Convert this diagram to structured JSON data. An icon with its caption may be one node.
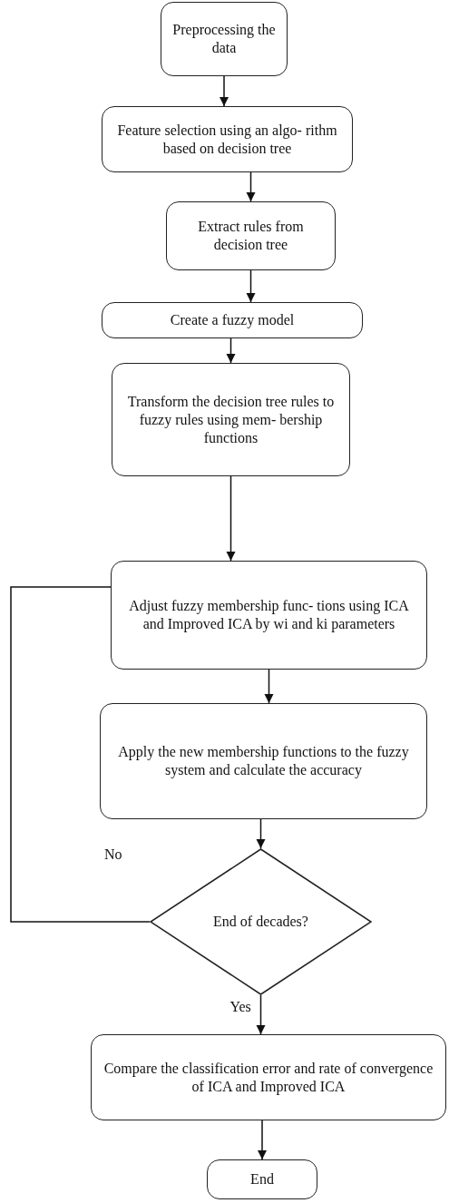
{
  "diagram": {
    "nodes": [
      {
        "text": [
          "Preprocessing the data"
        ]
      },
      {
        "text": [
          "Feature selection using an algo- rithm based on decision tree"
        ]
      },
      {
        "text": [
          "Extract rules from decision tree"
        ]
      },
      {
        "text": [
          "Create a fuzzy model"
        ]
      },
      {
        "text": [
          "Transform the decision tree rules to fuzzy rules using mem- bership functions"
        ]
      },
      {
        "text": [
          "Adjust fuzzy membership func- tions using ICA and Improved ICA by wi and ki parameters"
        ]
      },
      {
        "text": [
          "Apply the new membership functions to the fuzzy system and calculate the accuracy"
        ]
      },
      {
        "text": [
          "End of decades?"
        ]
      },
      {
        "text": [
          "Compare the classification error and rate of convergence of ICA and Improved ICA"
        ]
      },
      {
        "text": [
          "End"
        ]
      }
    ],
    "edges": [
      {
        "from": 0,
        "to": 1,
        "arrow": "to"
      },
      {
        "from": 1,
        "to": 2,
        "arrow": "to"
      },
      {
        "from": 2,
        "to": 3,
        "arrow": "to"
      },
      {
        "from": 3,
        "to": 4,
        "arrow": "to"
      },
      {
        "from": 4,
        "to": 5,
        "arrow": "to"
      },
      {
        "from": 5,
        "to": 6,
        "arrow": "to"
      },
      {
        "from": 6,
        "to": 7,
        "arrow": "to"
      },
      {
        "from": 7,
        "to": 5,
        "arrow": "none",
        "label": "No"
      },
      {
        "from": 7,
        "to": 8,
        "arrow": "to",
        "label": "Yes"
      },
      {
        "from": 8,
        "to": 9,
        "arrow": "to"
      }
    ]
  }
}
